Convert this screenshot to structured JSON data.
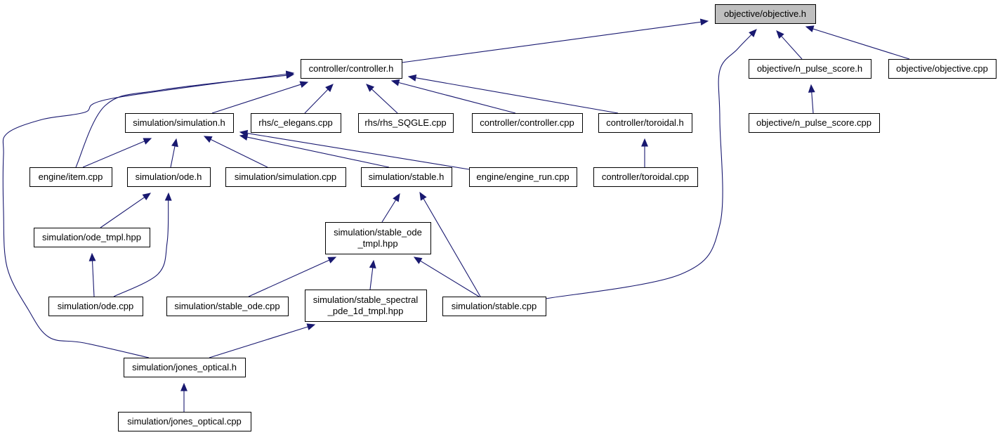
{
  "colors": {
    "edge": "#191970",
    "root_fill": "#bfbfbf",
    "node_fill": "#ffffff",
    "node_border": "#000000"
  },
  "nodes": [
    {
      "id": "objective_h",
      "lines": [
        "objective/objective.h"
      ],
      "root": true
    },
    {
      "id": "controller_h",
      "lines": [
        "controller/controller.h"
      ]
    },
    {
      "id": "n_pulse_score_h",
      "lines": [
        "objective/n_pulse_score.h"
      ]
    },
    {
      "id": "objective_cpp",
      "lines": [
        "objective/objective.cpp"
      ]
    },
    {
      "id": "simulation_h",
      "lines": [
        "simulation/simulation.h"
      ]
    },
    {
      "id": "c_elegans_cpp",
      "lines": [
        "rhs/c_elegans.cpp"
      ]
    },
    {
      "id": "rhs_sqgle_cpp",
      "lines": [
        "rhs/rhs_SQGLE.cpp"
      ]
    },
    {
      "id": "controller_cpp",
      "lines": [
        "controller/controller.cpp"
      ]
    },
    {
      "id": "toroidal_h",
      "lines": [
        "controller/toroidal.h"
      ]
    },
    {
      "id": "n_pulse_score_cpp",
      "lines": [
        "objective/n_pulse_score.cpp"
      ]
    },
    {
      "id": "item_cpp",
      "lines": [
        "engine/item.cpp"
      ]
    },
    {
      "id": "ode_h",
      "lines": [
        "simulation/ode.h"
      ]
    },
    {
      "id": "simulation_cpp",
      "lines": [
        "simulation/simulation.cpp"
      ]
    },
    {
      "id": "stable_h",
      "lines": [
        "simulation/stable.h"
      ]
    },
    {
      "id": "engine_run_cpp",
      "lines": [
        "engine/engine_run.cpp"
      ]
    },
    {
      "id": "toroidal_cpp",
      "lines": [
        "controller/toroidal.cpp"
      ]
    },
    {
      "id": "ode_tmpl_hpp",
      "lines": [
        "simulation/ode_tmpl.hpp"
      ]
    },
    {
      "id": "stable_ode_tmpl_hpp",
      "lines": [
        "simulation/stable_ode",
        "_tmpl.hpp"
      ]
    },
    {
      "id": "ode_cpp",
      "lines": [
        "simulation/ode.cpp"
      ]
    },
    {
      "id": "stable_ode_cpp",
      "lines": [
        "simulation/stable_ode.cpp"
      ]
    },
    {
      "id": "stable_spectral_hpp",
      "lines": [
        "simulation/stable_spectral",
        "_pde_1d_tmpl.hpp"
      ]
    },
    {
      "id": "stable_cpp",
      "lines": [
        "simulation/stable.cpp"
      ]
    },
    {
      "id": "jones_optical_h",
      "lines": [
        "simulation/jones_optical.h"
      ]
    },
    {
      "id": "jones_optical_cpp",
      "lines": [
        "simulation/jones_optical.cpp"
      ]
    }
  ],
  "edges": [
    {
      "from": "controller_h",
      "to": "objective_h"
    },
    {
      "from": "n_pulse_score_h",
      "to": "objective_h"
    },
    {
      "from": "objective_cpp",
      "to": "objective_h"
    },
    {
      "from": "stable_cpp",
      "to": "objective_h"
    },
    {
      "from": "simulation_h",
      "to": "controller_h"
    },
    {
      "from": "c_elegans_cpp",
      "to": "controller_h"
    },
    {
      "from": "rhs_sqgle_cpp",
      "to": "controller_h"
    },
    {
      "from": "controller_cpp",
      "to": "controller_h"
    },
    {
      "from": "toroidal_h",
      "to": "controller_h"
    },
    {
      "from": "item_cpp",
      "to": "controller_h"
    },
    {
      "from": "jones_optical_h",
      "to": "controller_h"
    },
    {
      "from": "n_pulse_score_cpp",
      "to": "n_pulse_score_h"
    },
    {
      "from": "item_cpp",
      "to": "simulation_h"
    },
    {
      "from": "ode_h",
      "to": "simulation_h"
    },
    {
      "from": "simulation_cpp",
      "to": "simulation_h"
    },
    {
      "from": "stable_h",
      "to": "simulation_h"
    },
    {
      "from": "engine_run_cpp",
      "to": "simulation_h"
    },
    {
      "from": "toroidal_cpp",
      "to": "toroidal_h"
    },
    {
      "from": "ode_tmpl_hpp",
      "to": "ode_h"
    },
    {
      "from": "ode_cpp",
      "to": "ode_h"
    },
    {
      "from": "stable_ode_tmpl_hpp",
      "to": "stable_h"
    },
    {
      "from": "stable_cpp",
      "to": "stable_h"
    },
    {
      "from": "ode_cpp",
      "to": "ode_tmpl_hpp"
    },
    {
      "from": "stable_ode_cpp",
      "to": "stable_ode_tmpl_hpp"
    },
    {
      "from": "stable_spectral_hpp",
      "to": "stable_ode_tmpl_hpp"
    },
    {
      "from": "stable_cpp",
      "to": "stable_ode_tmpl_hpp"
    },
    {
      "from": "jones_optical_h",
      "to": "stable_spectral_hpp"
    },
    {
      "from": "jones_optical_cpp",
      "to": "jones_optical_h"
    }
  ]
}
